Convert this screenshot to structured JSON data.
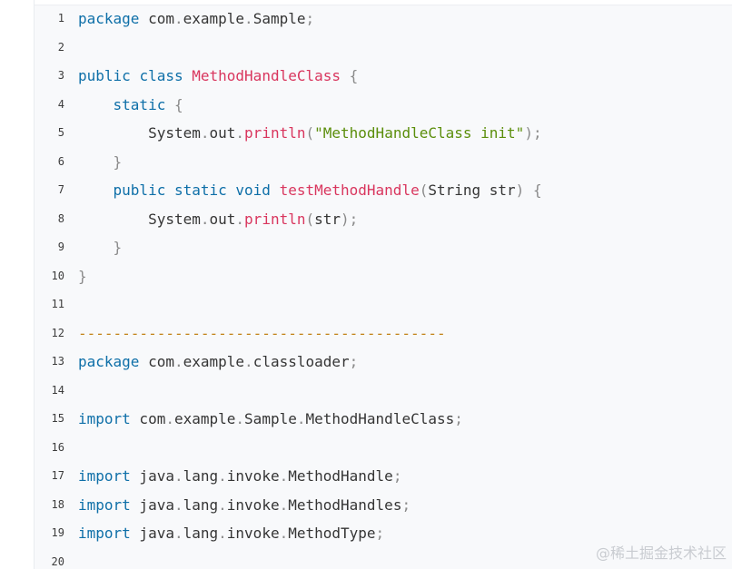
{
  "watermark": "@稀土掘金技术社区",
  "colors": {
    "keyword": "#0e6fa8",
    "class_name": "#d9365e",
    "string": "#5b8e0b",
    "punctuation": "#8a8a8a",
    "separator": "#c28319",
    "plain": "#353535",
    "background": "#f8f9fb"
  },
  "code_lines": [
    {
      "num": "1",
      "tokens": [
        {
          "t": "package",
          "k": "kw"
        },
        {
          "t": " com",
          "k": "plain"
        },
        {
          "t": ".",
          "k": "punc"
        },
        {
          "t": "example",
          "k": "plain"
        },
        {
          "t": ".",
          "k": "punc"
        },
        {
          "t": "Sample",
          "k": "plain"
        },
        {
          "t": ";",
          "k": "punc"
        }
      ]
    },
    {
      "num": "2",
      "tokens": []
    },
    {
      "num": "3",
      "tokens": [
        {
          "t": "public",
          "k": "kw"
        },
        {
          "t": " ",
          "k": "plain"
        },
        {
          "t": "class",
          "k": "kw"
        },
        {
          "t": " ",
          "k": "plain"
        },
        {
          "t": "MethodHandleClass",
          "k": "cls"
        },
        {
          "t": " ",
          "k": "plain"
        },
        {
          "t": "{",
          "k": "punc"
        }
      ]
    },
    {
      "num": "4",
      "tokens": [
        {
          "t": "    ",
          "k": "plain"
        },
        {
          "t": "static",
          "k": "kw"
        },
        {
          "t": " ",
          "k": "plain"
        },
        {
          "t": "{",
          "k": "punc"
        }
      ]
    },
    {
      "num": "5",
      "tokens": [
        {
          "t": "        System",
          "k": "plain"
        },
        {
          "t": ".",
          "k": "punc"
        },
        {
          "t": "out",
          "k": "plain"
        },
        {
          "t": ".",
          "k": "punc"
        },
        {
          "t": "println",
          "k": "fn"
        },
        {
          "t": "(",
          "k": "punc"
        },
        {
          "t": "\"MethodHandleClass init\"",
          "k": "str"
        },
        {
          "t": ");",
          "k": "punc"
        }
      ]
    },
    {
      "num": "6",
      "tokens": [
        {
          "t": "    ",
          "k": "plain"
        },
        {
          "t": "}",
          "k": "punc"
        }
      ]
    },
    {
      "num": "7",
      "tokens": [
        {
          "t": "    ",
          "k": "plain"
        },
        {
          "t": "public",
          "k": "kw"
        },
        {
          "t": " ",
          "k": "plain"
        },
        {
          "t": "static",
          "k": "kw"
        },
        {
          "t": " ",
          "k": "plain"
        },
        {
          "t": "void",
          "k": "kw"
        },
        {
          "t": " ",
          "k": "plain"
        },
        {
          "t": "testMethodHandle",
          "k": "fn"
        },
        {
          "t": "(",
          "k": "punc"
        },
        {
          "t": "String str",
          "k": "plain"
        },
        {
          "t": ")",
          "k": "punc"
        },
        {
          "t": " ",
          "k": "plain"
        },
        {
          "t": "{",
          "k": "punc"
        }
      ]
    },
    {
      "num": "8",
      "tokens": [
        {
          "t": "        System",
          "k": "plain"
        },
        {
          "t": ".",
          "k": "punc"
        },
        {
          "t": "out",
          "k": "plain"
        },
        {
          "t": ".",
          "k": "punc"
        },
        {
          "t": "println",
          "k": "fn"
        },
        {
          "t": "(",
          "k": "punc"
        },
        {
          "t": "str",
          "k": "plain"
        },
        {
          "t": ");",
          "k": "punc"
        }
      ]
    },
    {
      "num": "9",
      "tokens": [
        {
          "t": "    ",
          "k": "plain"
        },
        {
          "t": "}",
          "k": "punc"
        }
      ]
    },
    {
      "num": "10",
      "tokens": [
        {
          "t": "}",
          "k": "punc"
        }
      ]
    },
    {
      "num": "11",
      "tokens": []
    },
    {
      "num": "12",
      "tokens": [
        {
          "t": "------------------------------------------",
          "k": "dash"
        }
      ]
    },
    {
      "num": "13",
      "tokens": [
        {
          "t": "package",
          "k": "kw"
        },
        {
          "t": " com",
          "k": "plain"
        },
        {
          "t": ".",
          "k": "punc"
        },
        {
          "t": "example",
          "k": "plain"
        },
        {
          "t": ".",
          "k": "punc"
        },
        {
          "t": "classloader",
          "k": "plain"
        },
        {
          "t": ";",
          "k": "punc"
        }
      ]
    },
    {
      "num": "14",
      "tokens": []
    },
    {
      "num": "15",
      "tokens": [
        {
          "t": "import",
          "k": "kw"
        },
        {
          "t": " com",
          "k": "plain"
        },
        {
          "t": ".",
          "k": "punc"
        },
        {
          "t": "example",
          "k": "plain"
        },
        {
          "t": ".",
          "k": "punc"
        },
        {
          "t": "Sample",
          "k": "plain"
        },
        {
          "t": ".",
          "k": "punc"
        },
        {
          "t": "MethodHandleClass",
          "k": "plain"
        },
        {
          "t": ";",
          "k": "punc"
        }
      ]
    },
    {
      "num": "16",
      "tokens": []
    },
    {
      "num": "17",
      "tokens": [
        {
          "t": "import",
          "k": "kw"
        },
        {
          "t": " java",
          "k": "plain"
        },
        {
          "t": ".",
          "k": "punc"
        },
        {
          "t": "lang",
          "k": "plain"
        },
        {
          "t": ".",
          "k": "punc"
        },
        {
          "t": "invoke",
          "k": "plain"
        },
        {
          "t": ".",
          "k": "punc"
        },
        {
          "t": "MethodHandle",
          "k": "plain"
        },
        {
          "t": ";",
          "k": "punc"
        }
      ]
    },
    {
      "num": "18",
      "tokens": [
        {
          "t": "import",
          "k": "kw"
        },
        {
          "t": " java",
          "k": "plain"
        },
        {
          "t": ".",
          "k": "punc"
        },
        {
          "t": "lang",
          "k": "plain"
        },
        {
          "t": ".",
          "k": "punc"
        },
        {
          "t": "invoke",
          "k": "plain"
        },
        {
          "t": ".",
          "k": "punc"
        },
        {
          "t": "MethodHandles",
          "k": "plain"
        },
        {
          "t": ";",
          "k": "punc"
        }
      ]
    },
    {
      "num": "19",
      "tokens": [
        {
          "t": "import",
          "k": "kw"
        },
        {
          "t": " java",
          "k": "plain"
        },
        {
          "t": ".",
          "k": "punc"
        },
        {
          "t": "lang",
          "k": "plain"
        },
        {
          "t": ".",
          "k": "punc"
        },
        {
          "t": "invoke",
          "k": "plain"
        },
        {
          "t": ".",
          "k": "punc"
        },
        {
          "t": "MethodType",
          "k": "plain"
        },
        {
          "t": ";",
          "k": "punc"
        }
      ]
    },
    {
      "num": "20",
      "tokens": []
    }
  ]
}
